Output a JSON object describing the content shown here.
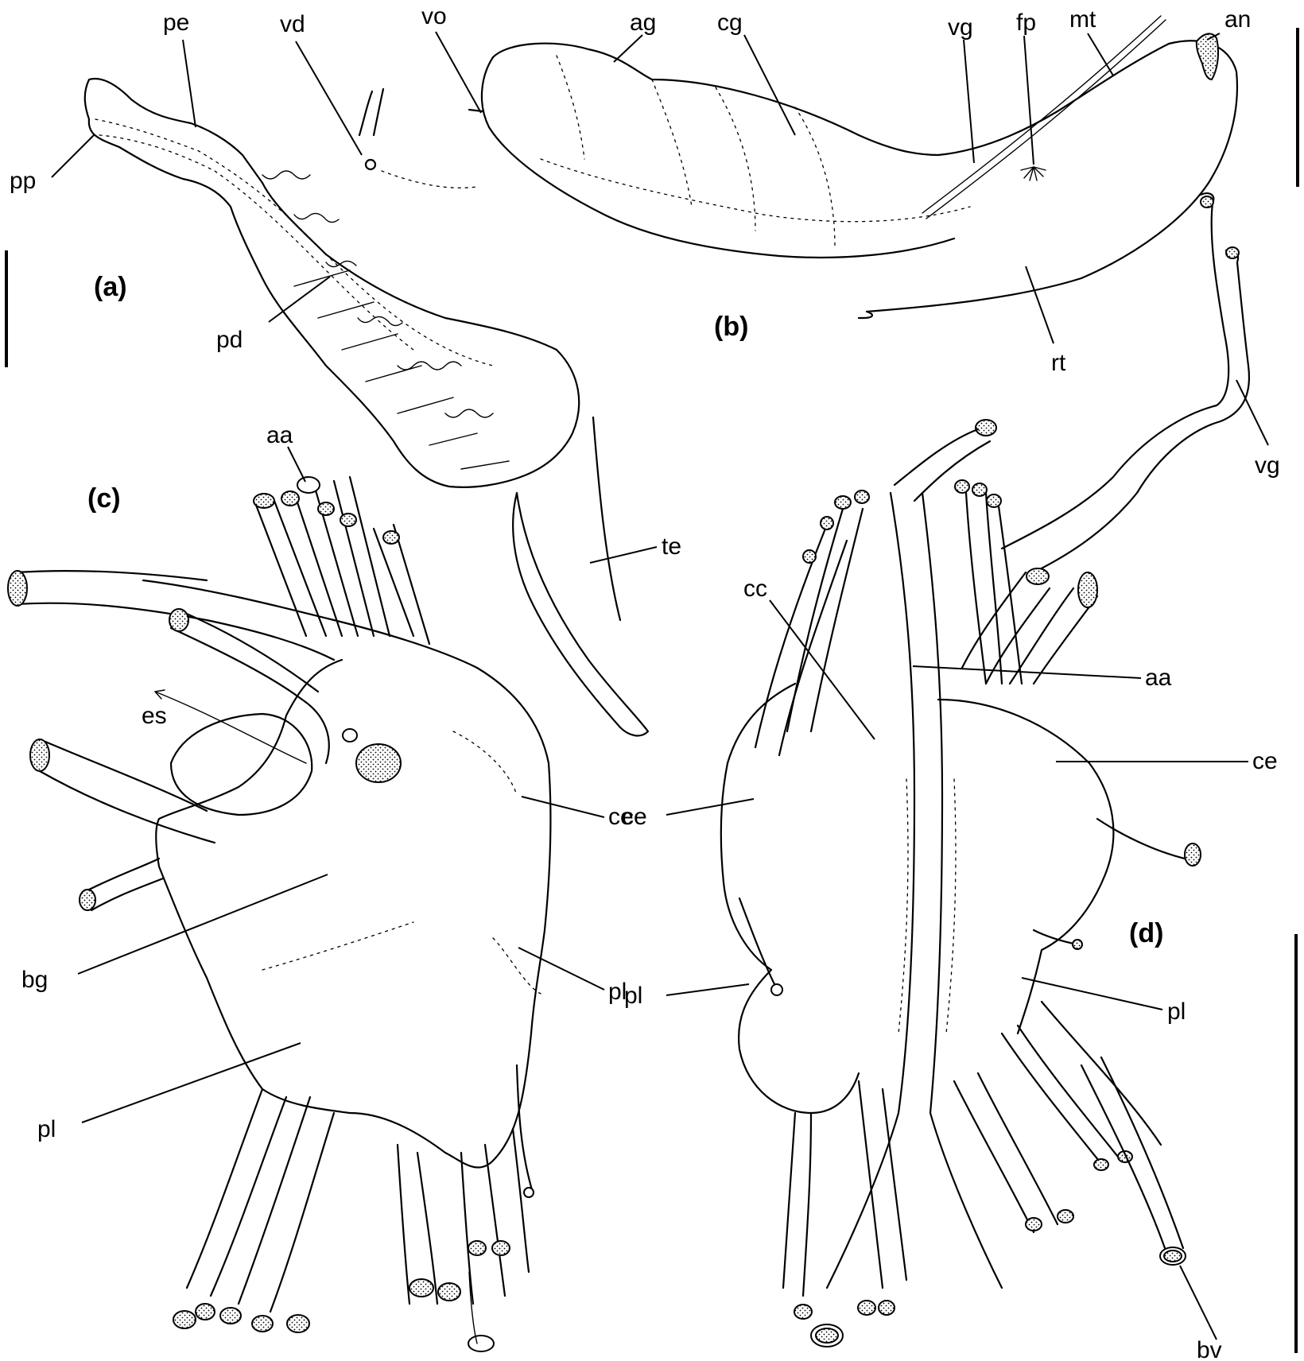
{
  "panels": {
    "a": "(a)",
    "b": "(b)",
    "c": "(c)",
    "d": "(d)"
  },
  "labels": {
    "a": {
      "pe": "pe",
      "vd": "vd",
      "vo": "vo",
      "pp": "pp",
      "pd": "pd",
      "te": "te"
    },
    "b": {
      "ag": "ag",
      "cg": "cg",
      "vg": "vg",
      "fp": "fp",
      "mt": "mt",
      "an": "an",
      "rt": "rt",
      "vg2": "vg"
    },
    "c": {
      "aa": "aa",
      "es": "es",
      "ce": "ce",
      "bg": "bg",
      "pl": "pl",
      "pl2": "pl"
    },
    "d": {
      "cc": "cc",
      "aa": "aa",
      "ce": "ce",
      "pl": "pl",
      "pl2": "pl",
      "bv": "bv"
    }
  },
  "scale_bars": [
    "scale-bar-a",
    "scale-bar-b",
    "scale-bar-cd"
  ]
}
